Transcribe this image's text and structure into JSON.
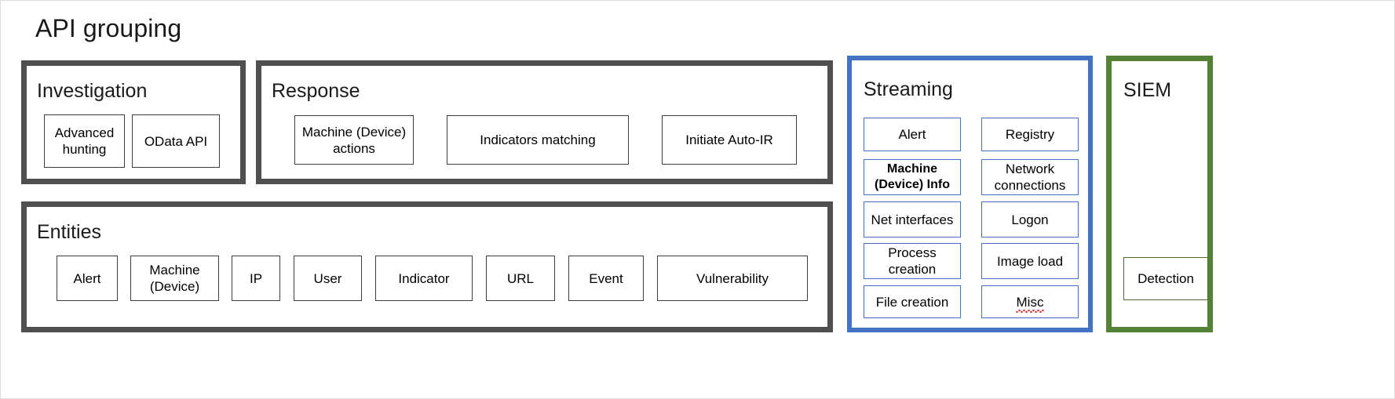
{
  "page": {
    "title": "API grouping",
    "colors": {
      "gray_border": "#4f4f4f",
      "blue_border": "#4472c4",
      "green_border": "#548235",
      "background": "#ffffff",
      "text": "#000000",
      "spellcheck_underline": "#e03030"
    }
  },
  "groups": {
    "investigation": {
      "title": "Investigation",
      "border_color": "#4f4f4f",
      "items": [
        {
          "label": "Advanced hunting"
        },
        {
          "label": "OData API"
        }
      ]
    },
    "response": {
      "title": "Response",
      "border_color": "#4f4f4f",
      "items": [
        {
          "label": "Machine (Device) actions"
        },
        {
          "label": "Indicators matching"
        },
        {
          "label": "Initiate Auto-IR"
        }
      ]
    },
    "entities": {
      "title": "Entities",
      "border_color": "#4f4f4f",
      "items": [
        {
          "label": "Alert"
        },
        {
          "label": "Machine (Device)"
        },
        {
          "label": "IP"
        },
        {
          "label": "User"
        },
        {
          "label": "Indicator"
        },
        {
          "label": "URL"
        },
        {
          "label": "Event"
        },
        {
          "label": "Vulnerability"
        }
      ]
    },
    "streaming": {
      "title": "Streaming",
      "border_color": "#4472c4",
      "left_column": [
        {
          "label": "Alert",
          "bold": false,
          "misspelled": false
        },
        {
          "label": "Machine (Device) Info",
          "bold": true,
          "misspelled": false
        },
        {
          "label": "Net interfaces",
          "bold": false,
          "misspelled": false
        },
        {
          "label": "Process creation",
          "bold": false,
          "misspelled": false
        },
        {
          "label": "File creation",
          "bold": false,
          "misspelled": false
        }
      ],
      "right_column": [
        {
          "label": "Registry",
          "bold": false,
          "misspelled": false
        },
        {
          "label": "Network connections",
          "bold": false,
          "misspelled": false
        },
        {
          "label": "Logon",
          "bold": false,
          "misspelled": false
        },
        {
          "label": "Image load",
          "bold": false,
          "misspelled": false
        },
        {
          "label": "Misc",
          "bold": false,
          "misspelled": true
        }
      ]
    },
    "siem": {
      "title": "SIEM",
      "border_color": "#548235",
      "items": [
        {
          "label": "Detection"
        }
      ]
    }
  }
}
